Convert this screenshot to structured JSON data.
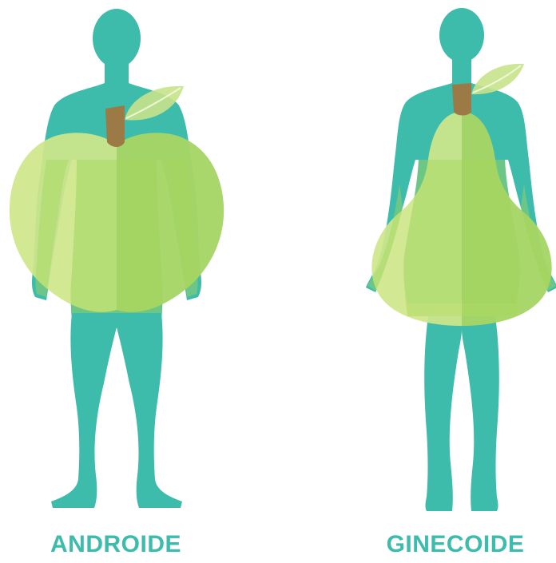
{
  "figures": [
    {
      "id": "android",
      "label": "ANDROIDE",
      "body_color": "#3dbbab",
      "fruit": "apple-icon"
    },
    {
      "id": "gynoid",
      "label": "GINECOIDE",
      "body_color": "#3dbbab",
      "fruit": "pear-icon"
    }
  ],
  "colors": {
    "body": "#3dbbab",
    "label": "#3dbbab",
    "fruit_light": "#cfe68a",
    "fruit_mid": "#a6d65c",
    "fruit_dark": "#86c84a",
    "stem": "#9c7a45",
    "leaf": "#c7e38b"
  }
}
